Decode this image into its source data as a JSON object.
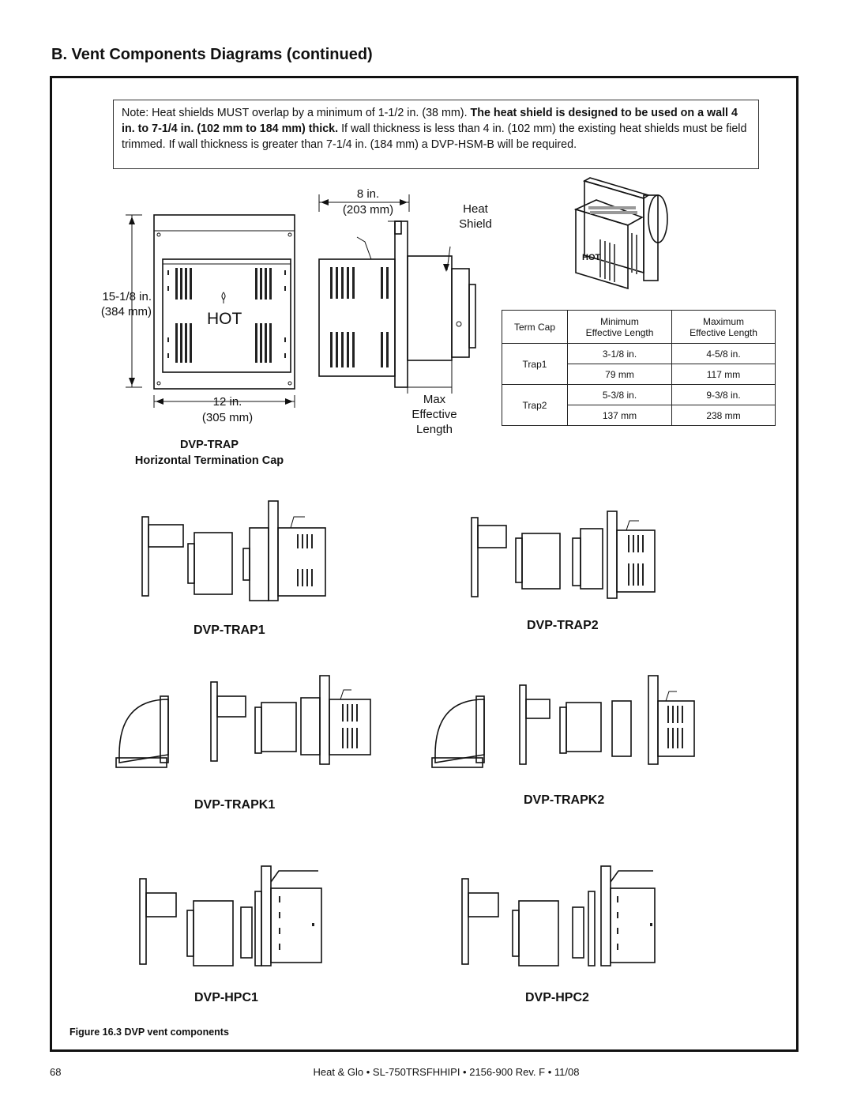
{
  "page": {
    "title": "B.  Vent Components Diagrams (continued)",
    "page_number": "68",
    "footer": "Heat & Glo  •  SL-750TRSFHHIPI  •  2156-900 Rev. F  •  11/08"
  },
  "note": {
    "part1": "Note: Heat shields MUST overlap by a minimum of 1-1/2 in. (38 mm). ",
    "bold": "The heat shield is designed to be used on a wall 4 in. to 7-1/4 in. (102 mm to 184 mm) thick.",
    "part2": " If wall thickness is less than 4 in. (102 mm) the existing heat shields must be field trimmed. If wall thickness is greater than 7-1/4 in. (184 mm) a DVP-HSM-B will be required."
  },
  "front_view": {
    "height_in": "15-1/8 in.",
    "height_mm": "(384 mm)",
    "width_in": "12 in.",
    "width_mm": "(305 mm)",
    "hot_text": "HOT"
  },
  "side_view": {
    "depth_in": "8 in.",
    "depth_mm": "(203 mm)",
    "heat_shield_line1": "Heat",
    "heat_shield_line2": "Shield",
    "max_line1": "Max",
    "max_line2": "Effective",
    "max_line3": "Length"
  },
  "product": {
    "name": "DVP-TRAP",
    "description": "Horizontal Termination Cap"
  },
  "table": {
    "headers": [
      "Term Cap",
      "Minimum Effective Length",
      "Maximum Effective Length"
    ],
    "header_min_1": "Minimum",
    "header_min_2": "Effective Length",
    "header_max_1": "Maximum",
    "header_max_2": "Effective Length",
    "rows": [
      {
        "cap": "Trap1",
        "min_in": "3-1/8 in.",
        "max_in": "4-5/8 in.",
        "min_mm": "79 mm",
        "max_mm": "117 mm"
      },
      {
        "cap": "Trap2",
        "min_in": "5-3/8 in.",
        "max_in": "9-3/8 in.",
        "min_mm": "137 mm",
        "max_mm": "238 mm"
      }
    ]
  },
  "variants": [
    "DVP-TRAP1",
    "DVP-TRAP2",
    "DVP-TRAPK1",
    "DVP-TRAPK2",
    "DVP-HPC1",
    "DVP-HPC2"
  ],
  "figure_caption": "Figure 16.3  DVP vent components"
}
